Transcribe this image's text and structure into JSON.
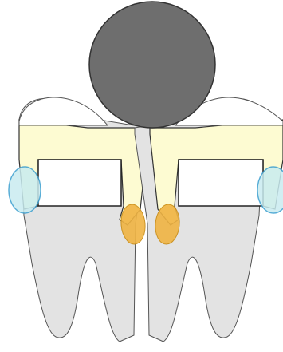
{
  "colors": {
    "background": "#ffffff",
    "tooth_root": "#e3e3e3",
    "crown_outline": "#555555",
    "prep_band": "#fdfbd2",
    "occlusal_window": "#ffffff",
    "ball": "#6e6e6e",
    "contact_point_orange": "#f0b443",
    "contact_point_orange_edge": "#c88a10",
    "contact_point_blue": "#c9ecf0",
    "contact_point_blue_edge": "#3c9fd0"
  },
  "elements": {
    "teeth_count": 2,
    "sphere": "ball",
    "interproximal_contacts": 2,
    "lateral_contacts": 2
  }
}
